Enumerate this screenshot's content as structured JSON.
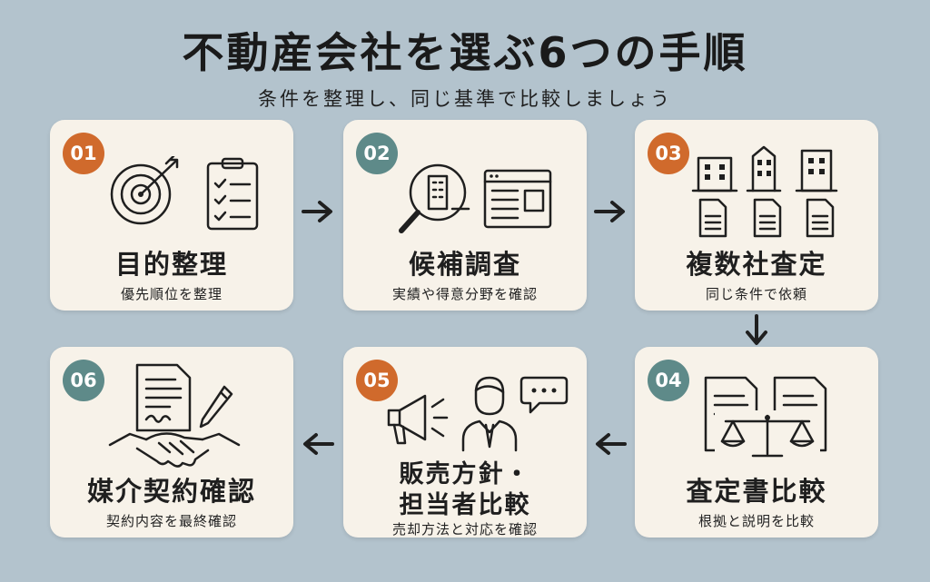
{
  "header": {
    "title": "不動産会社を選ぶ6つの手順",
    "subtitle": "条件を整理し、同じ基準で比較しましょう"
  },
  "colors": {
    "background": "#b3c3cd",
    "card": "#f7f2e9",
    "badge_orange": "#d06a2c",
    "badge_teal": "#5e8a89"
  },
  "steps": [
    {
      "number": "01",
      "title": "目的整理",
      "desc": "優先順位を整理",
      "icons": [
        "target-icon",
        "checklist-icon"
      ]
    },
    {
      "number": "02",
      "title": "候補調査",
      "desc": "実績や得意分野を確認",
      "icons": [
        "magnifier-building-icon",
        "webpage-icon"
      ]
    },
    {
      "number": "03",
      "title": "複数社査定",
      "desc": "同じ条件で依頼",
      "icons": [
        "buildings-icon",
        "documents-icon"
      ]
    },
    {
      "number": "04",
      "title": "査定書比較",
      "desc": "根拠と説明を比較",
      "icons": [
        "documents-icon",
        "scale-icon"
      ]
    },
    {
      "number": "05",
      "title_line1": "販売方針・",
      "title_line2": "担当者比較",
      "desc": "売却方法と対応を確認",
      "icons": [
        "megaphone-icon",
        "agent-icon",
        "speech-bubble-icon"
      ]
    },
    {
      "number": "06",
      "title": "媒介契約確認",
      "desc": "契約内容を最終確認",
      "icons": [
        "contract-icon",
        "pen-icon",
        "handshake-icon"
      ]
    }
  ]
}
